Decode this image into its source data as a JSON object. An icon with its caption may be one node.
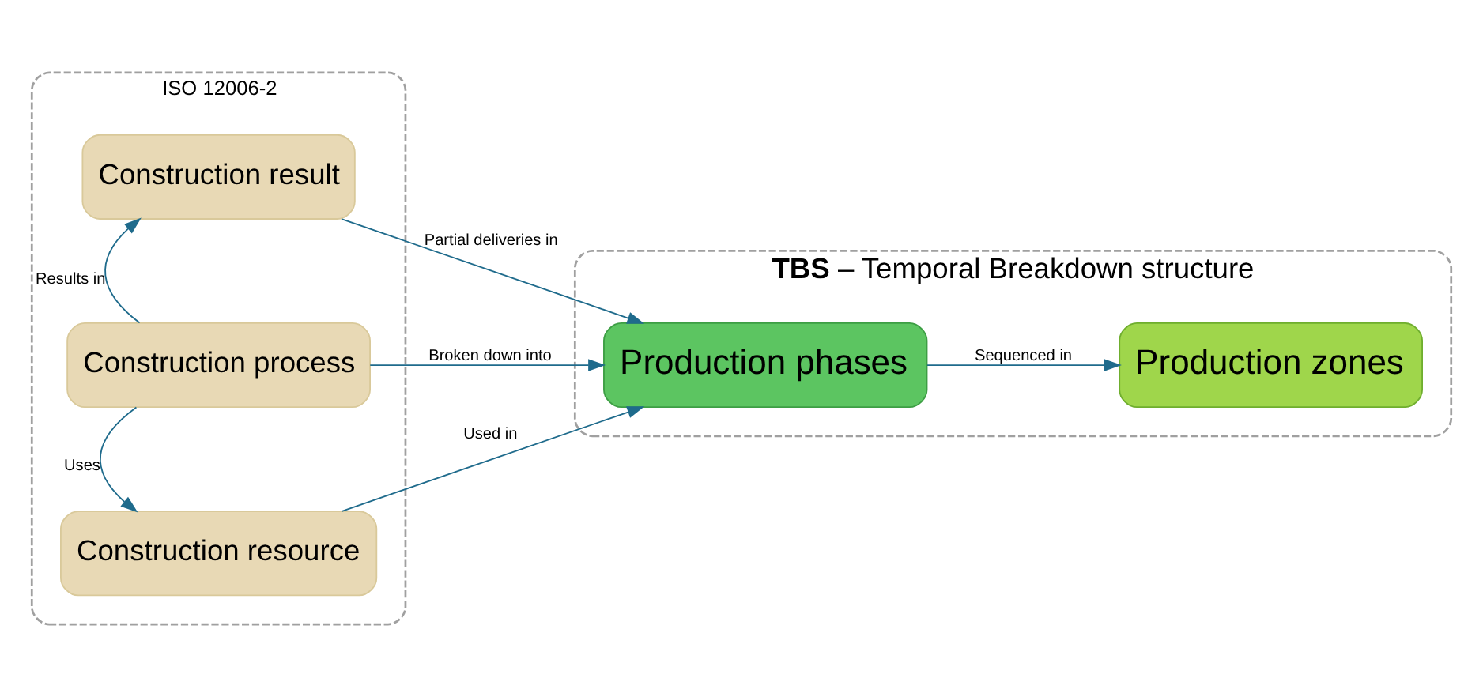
{
  "diagram": {
    "nodes": [
      {
        "text": [
          "ISO 12006-2"
        ]
      },
      {
        "text": [
          "Construction result"
        ],
        "in": 0
      },
      {
        "text": [
          "Construction process"
        ],
        "in": 0
      },
      {
        "text": [
          "Construction resource"
        ],
        "in": 0
      },
      {
        "text": [
          "**TBS** – Temporal Breakdown structure"
        ]
      },
      {
        "text": [
          "Production phases"
        ],
        "in": 4
      },
      {
        "text": [
          "Production zones"
        ],
        "in": 4
      }
    ],
    "edges": [
      {
        "from": 2,
        "to": 1,
        "arrow": "to",
        "label": "Results in"
      },
      {
        "from": 2,
        "to": 3,
        "arrow": "to",
        "label": "Uses"
      },
      {
        "from": 1,
        "to": 5,
        "arrow": "to",
        "label": "Partial deliveries in"
      },
      {
        "from": 2,
        "to": 5,
        "arrow": "to",
        "label": "Broken down into"
      },
      {
        "from": 3,
        "to": 5,
        "arrow": "to",
        "label": "Used in"
      },
      {
        "from": 5,
        "to": 6,
        "arrow": "to",
        "label": "Sequenced in"
      }
    ]
  }
}
